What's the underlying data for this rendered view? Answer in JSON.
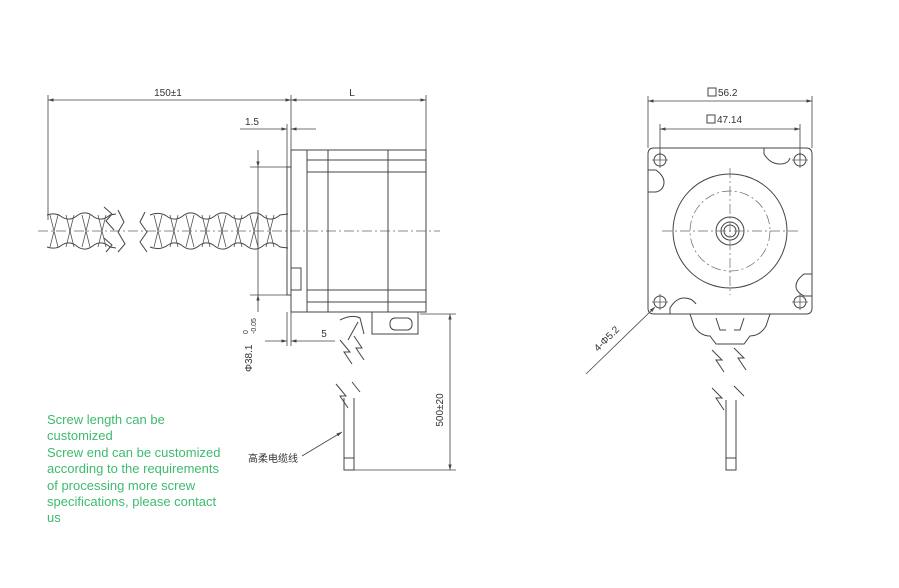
{
  "dimensions": {
    "screw_length": "150±1",
    "body_length": "L",
    "flange_offset": "1.5",
    "boss_diameter": "Φ38.1",
    "boss_tol_upper": "0",
    "boss_tol_lower": "-0.05",
    "boss_height": "5",
    "cable_length": "500±20",
    "square_outer": "56.2",
    "square_hole_pitch": "47.14",
    "mount_holes": "4-Φ5.2"
  },
  "cable_label": "高柔电缆线",
  "note": "Screw length can be customized\nScrew end can be customized according to the requirements of processing more screw specifications, please contact us",
  "colors": {
    "note_text": "#3dbb6e",
    "line": "#444444"
  }
}
